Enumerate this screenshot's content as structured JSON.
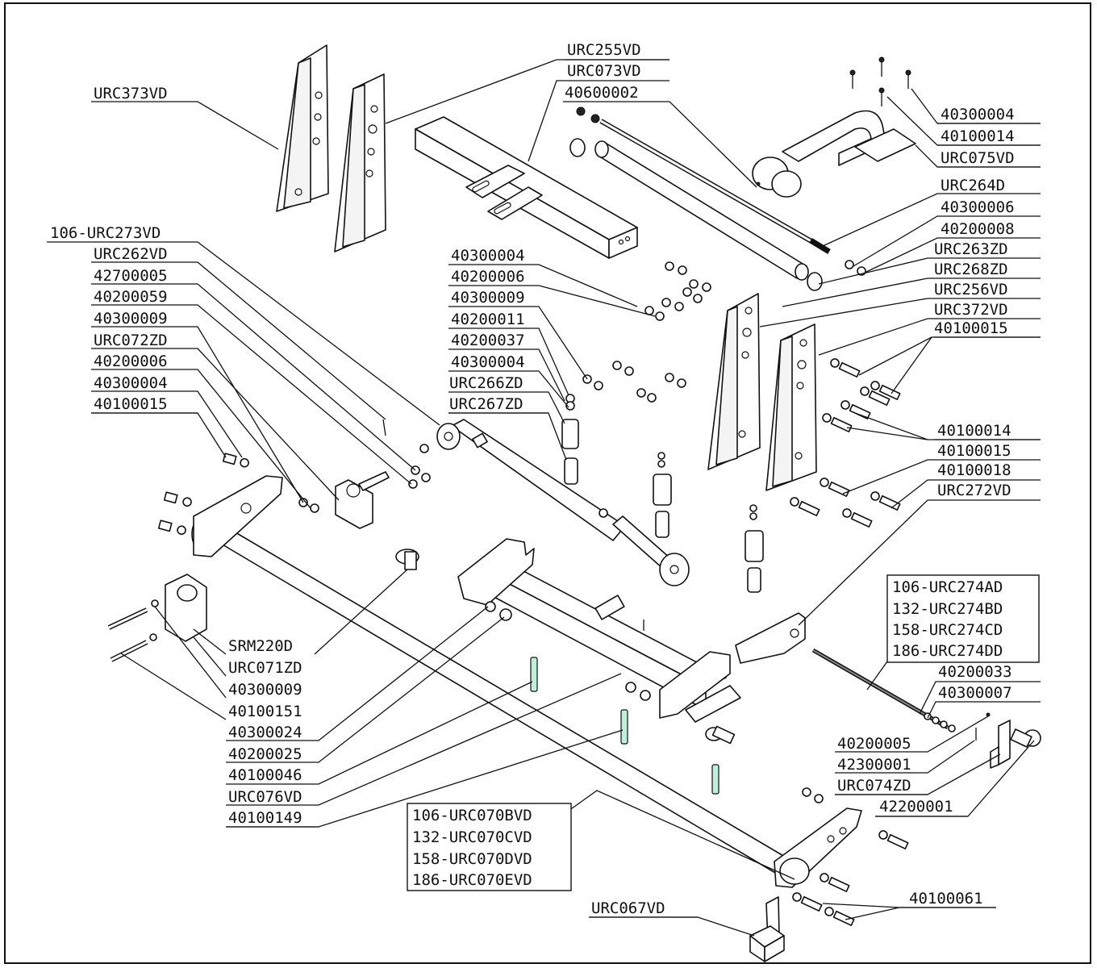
{
  "labels": {
    "l_urc373vd": "URC373VD",
    "l_urc255vd": "URC255VD",
    "l_urc073vd": "URC073VD",
    "l_40600002": "40600002",
    "l_40300004_a": "40300004",
    "l_40100014_a": "40100014",
    "l_urc075vd": "URC075VD",
    "l_urc264d": "URC264D",
    "l_40300006": "40300006",
    "l_40200008": "40200008",
    "l_urc263zd": "URC263ZD",
    "l_urc268zd": "URC268ZD",
    "l_urc256vd": "URC256VD",
    "l_urc372vd": "URC372VD",
    "l_40100015_a": "40100015",
    "l_106urc273vd": "106-URC273VD",
    "l_urc262vd": "URC262VD",
    "l_42700005": "42700005",
    "l_40200059": "40200059",
    "l_40300009_a": "40300009",
    "l_urc072zd": "URC072ZD",
    "l_40200006_a": "40200006",
    "l_40300004_b": "40300004",
    "l_40100015_b": "40100015",
    "l_40300004_c": "40300004",
    "l_40200006_b": "40200006",
    "l_40300009_b": "40300009",
    "l_40200011": "40200011",
    "l_40200037": "40200037",
    "l_40300004_d": "40300004",
    "l_urc266zd": "URC266ZD",
    "l_urc267zd": "URC267ZD",
    "l_40100014_b": "40100014",
    "l_40100015_c": "40100015",
    "l_40100018": "40100018",
    "l_urc272vd": "URC272VD",
    "l_40200033": "40200033",
    "l_40300007": "40300007",
    "l_40200005": "40200005",
    "l_42300001": "42300001",
    "l_urc074zd": "URC074ZD",
    "l_42200001": "42200001",
    "l_srm220d": "SRM220D",
    "l_urc071zd": "URC071ZD",
    "l_40300009_c": "40300009",
    "l_40100151": "40100151",
    "l_40300024": "40300024",
    "l_40200025": "40200025",
    "l_40100046": "40100046",
    "l_urc076vd": "URC076VD",
    "l_40100149": "40100149",
    "l_urc067vd": "URC067VD",
    "l_40100061": "40100061"
  },
  "boxes": {
    "urc274": [
      "106-URC274AD",
      "132-URC274BD",
      "158-URC274CD",
      "186-URC274DD"
    ],
    "urc070": [
      "106-URC070BVD",
      "132-URC070CVD",
      "158-URC070DVD",
      "186-URC070EVD"
    ]
  }
}
